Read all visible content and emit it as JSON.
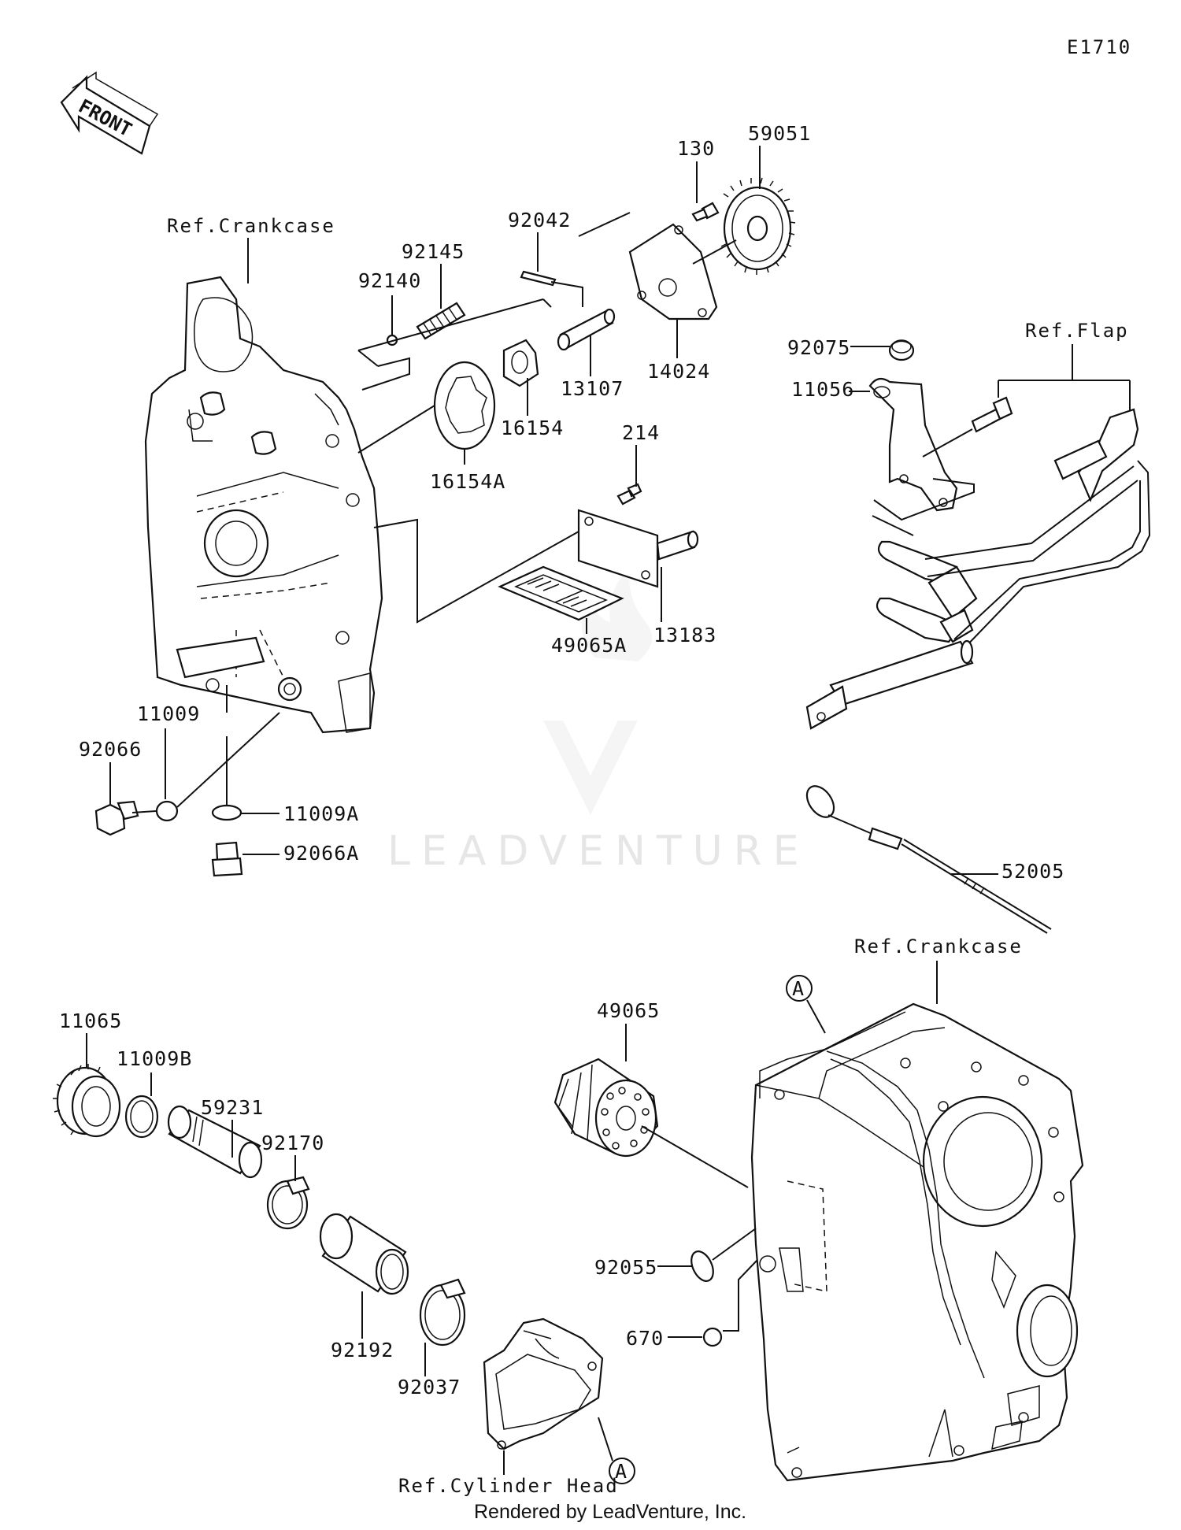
{
  "diagram": {
    "code": "E1710",
    "front_label": "FRONT",
    "watermark": "LEADVENTURE",
    "credit": "Rendered by LeadVenture, Inc.",
    "reference_labels": {
      "crankcase_top": "Ref.Crankcase",
      "flap": "Ref.Flap",
      "crankcase_bottom": "Ref.Crankcase",
      "cylinder_head": "Ref.Cylinder Head"
    },
    "markers": [
      "A",
      "A"
    ],
    "part_numbers": [
      "130",
      "59051",
      "92042",
      "92145",
      "92140",
      "13107",
      "14024",
      "16154",
      "16154A",
      "214",
      "13183",
      "49065A",
      "92075",
      "11056",
      "11009",
      "92066",
      "11009A",
      "92066A",
      "52005",
      "11065",
      "11009B",
      "59231",
      "92170",
      "49065",
      "92055",
      "670",
      "92192",
      "92037"
    ]
  }
}
